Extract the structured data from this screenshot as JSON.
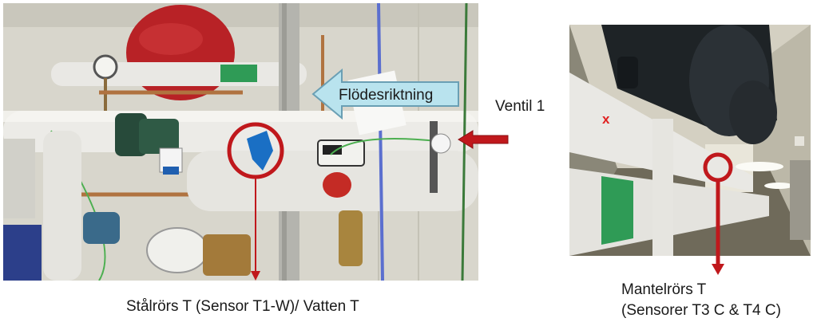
{
  "annotations": {
    "flow_direction": "Flödesriktning",
    "valve": "Ventil 1",
    "steel_pipe_sensor": "Stålrörs T (Sensor T1-W)/ Vatten T",
    "casing_pipe_line1": "Mantelrörs T",
    "casing_pipe_line2": "(Sensorer T3 C & T4 C)",
    "x_mark": "x"
  },
  "colors": {
    "marker_red": "#c0181c",
    "arrow_fill": "#b9e3ee",
    "arrow_stroke": "#6a9fb4",
    "pipe_insulation": "#ececea",
    "wall": "#dcdad0"
  }
}
